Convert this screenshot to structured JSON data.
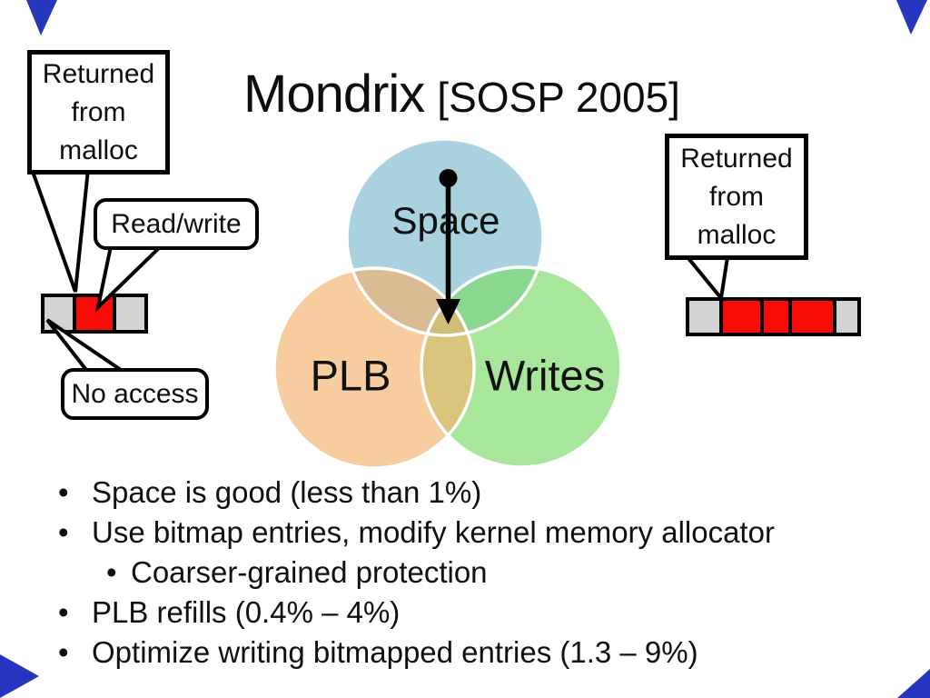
{
  "title": {
    "main": "Mondrix",
    "citation": "[SOSP 2005]"
  },
  "venn": {
    "space_label": "Space",
    "plb_label": "PLB",
    "writes_label": "Writes"
  },
  "callouts": {
    "left_malloc": {
      "line1": "Returned",
      "line2": "from",
      "line3": "malloc"
    },
    "right_malloc": {
      "line1": "Returned",
      "line2": "from",
      "line3": "malloc"
    },
    "read_write": "Read/write",
    "no_access": "No access"
  },
  "memory_bars": {
    "left": {
      "cells": [
        "gray",
        "red",
        "gray"
      ]
    },
    "right": {
      "cells": [
        "gray",
        "red",
        "red",
        "red",
        "gray"
      ]
    }
  },
  "bullets": {
    "marker": "•",
    "items": [
      {
        "level": 1,
        "text": "Space is good (less than 1%)"
      },
      {
        "level": 1,
        "text": "Use bitmap entries, modify kernel memory allocator"
      },
      {
        "level": 2,
        "text": "Coarser-grained protection"
      },
      {
        "level": 1,
        "text": "PLB refills (0.4% – 4%)"
      },
      {
        "level": 1,
        "text": "Optimize writing bitmapped entries (1.3 – 9%)"
      }
    ]
  },
  "colors": {
    "circle_blue": "#A9D1DE",
    "circle_orange": "#F3B16A",
    "circle_green": "#7ADA66",
    "circle_ring": "#FFFFFF",
    "bar_red": "#F90B0A",
    "bar_gray": "#D3D3D3",
    "outline_black": "#000000",
    "corner_triangle": "#2636BE"
  }
}
